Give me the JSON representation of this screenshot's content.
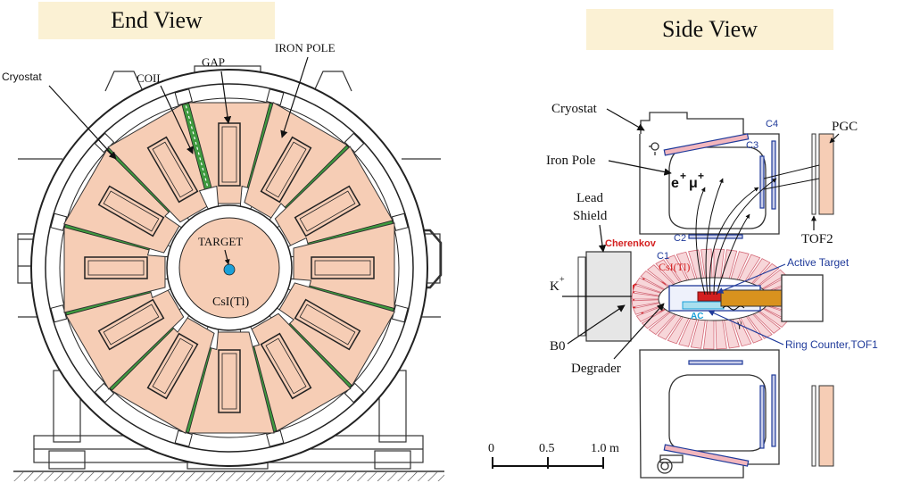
{
  "titles": {
    "end_view": "End View",
    "side_view": "Side View"
  },
  "end_view": {
    "labels": {
      "cryostat": "Cryostat",
      "coil": "COIL",
      "gap": "GAP",
      "iron_pole": "IRON POLE",
      "target": "TARGET",
      "csi": "CsI(Tl)"
    }
  },
  "side_view": {
    "labels": {
      "cryostat": "Cryostat",
      "iron_pole": "Iron Pole",
      "lead_shield_1": "Lead",
      "lead_shield_2": "Shield",
      "kaon": "K",
      "kaon_sup": "+",
      "b0": "B0",
      "degrader": "Degrader",
      "cherenkov": "Cherenkov",
      "c1": "C1",
      "c2": "C2",
      "c3": "C3",
      "c4": "C4",
      "csi": "CsI(Tl)",
      "active_target": "Active Target",
      "ac": "AC",
      "gamma": "γ",
      "ring_counter": "Ring Counter,TOF1",
      "tof2": "TOF2",
      "pgc": "PGC",
      "positron": "e",
      "positron_sup": "+",
      "muon": "μ",
      "muon_sup": "+"
    },
    "scale": {
      "tick0": "0",
      "tick1": "0.5",
      "tick2": "1.0 m"
    }
  },
  "colors": {
    "salmon": "#f6cdb5",
    "coil_green": "#3f9a3f",
    "blue": "#1f3a9a",
    "red": "#d42020",
    "cyan": "#1aa0d8",
    "pink": "#f2b6bd"
  }
}
